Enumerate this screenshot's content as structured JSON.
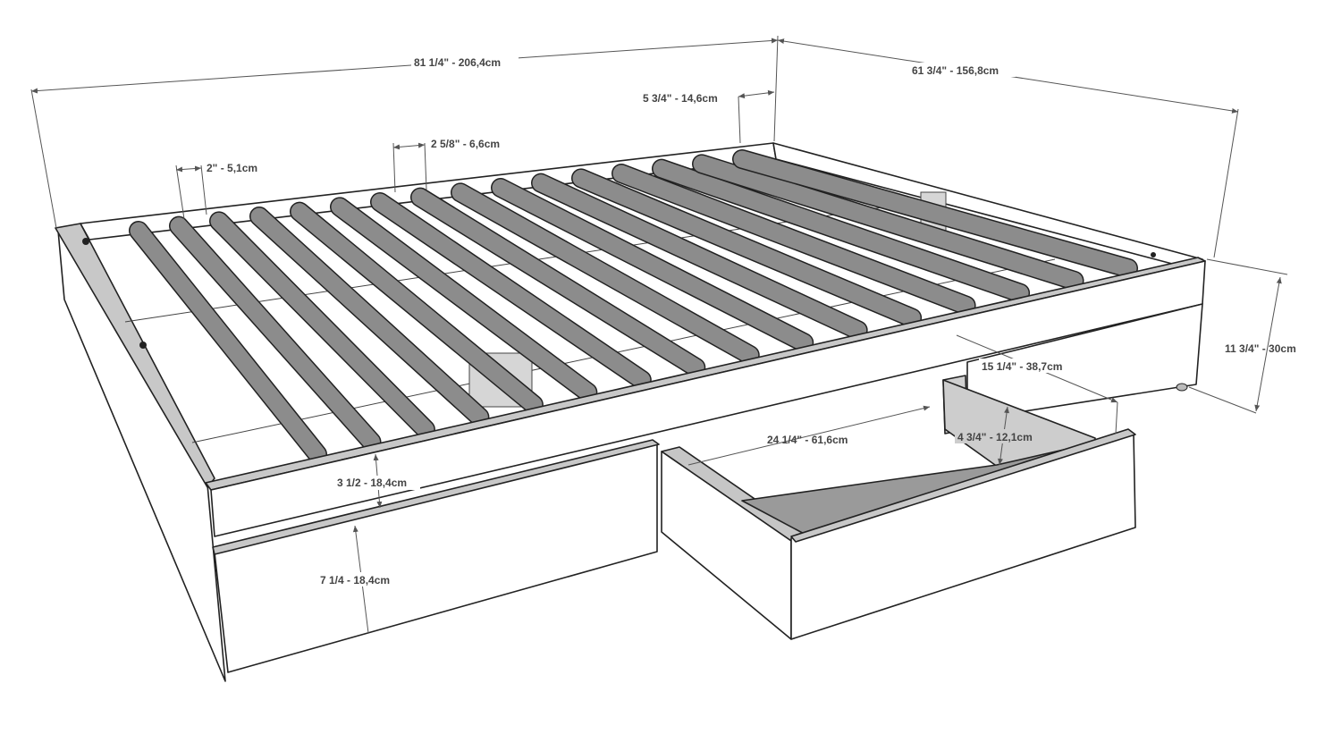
{
  "dimensions": {
    "overall_length": "81 1/4\" - 206,4cm",
    "overall_width": "61 3/4\" - 156,8cm",
    "slat_end_gap": "5 3/4\" - 14,6cm",
    "slat_spacing": "2 5/8\" - 6,6cm",
    "slat_width": "2\" - 5,1cm",
    "overall_height": "11 3/4\" - 30cm",
    "drawer_depth": "15 1/4\" - 38,7cm",
    "drawer_width": "24 1/4\" - 61,6cm",
    "drawer_inner_height": "4 3/4\" - 12,1cm",
    "rail_height": "3 1/2 - 18,4cm",
    "drawer_front_height": "7 1/4 - 18,4cm"
  },
  "colors": {
    "slat": "#8c8c8c",
    "panel": "#ffffff",
    "shade": "#c8c8c8",
    "dark": "#9a9a9a"
  }
}
